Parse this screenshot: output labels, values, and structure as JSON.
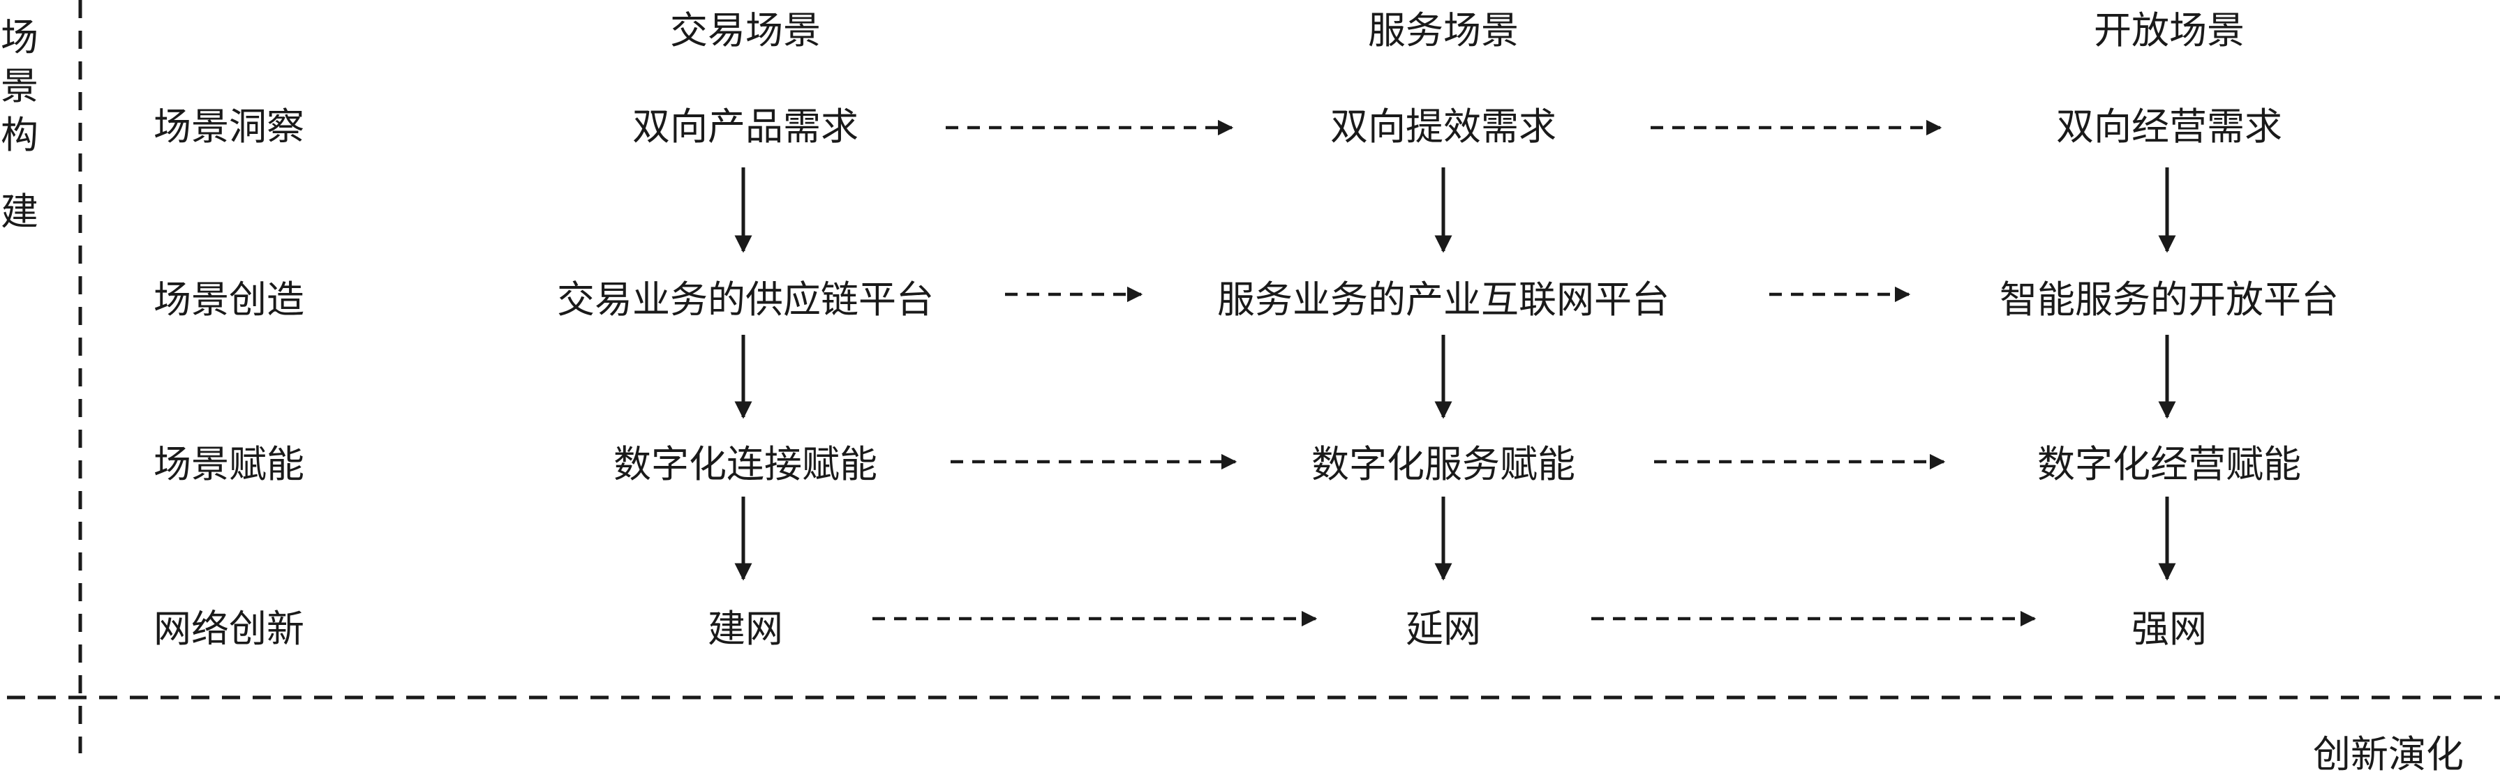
{
  "axes": {
    "vertical_label": [
      "场",
      "景",
      "构",
      "建"
    ],
    "horizontal_label": "创新演化"
  },
  "columns": [
    "交易场景",
    "服务场景",
    "开放场景"
  ],
  "rows": [
    {
      "label": "场景洞察",
      "cells": [
        "双向产品需求",
        "双向提效需求",
        "双向经营需求"
      ]
    },
    {
      "label": "场景创造",
      "cells": [
        "交易业务的供应链平台",
        "服务业务的产业互联网平台",
        "智能服务的开放平台"
      ]
    },
    {
      "label": "场景赋能",
      "cells": [
        "数字化连接赋能",
        "数字化服务赋能",
        "数字化经营赋能"
      ]
    },
    {
      "label": "网络创新",
      "cells": [
        "建网",
        "延网",
        "强网"
      ]
    }
  ]
}
